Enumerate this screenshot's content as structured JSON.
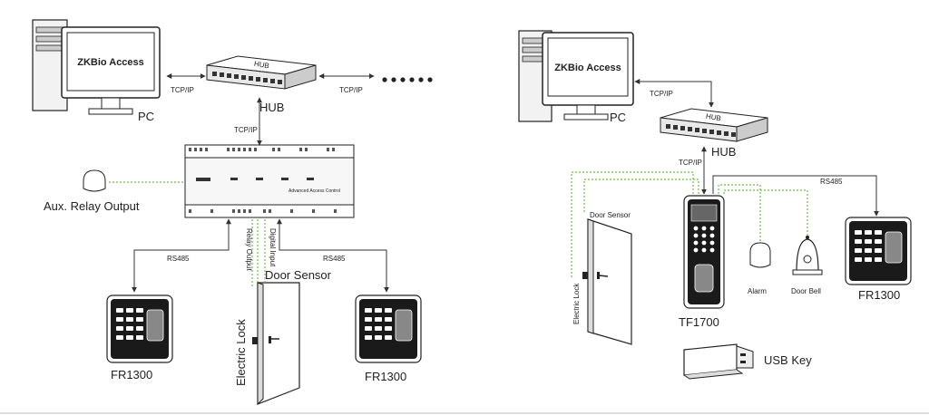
{
  "left": {
    "screen_text": "ZKBio Access",
    "pc_label": "PC",
    "hub_text": "HUB",
    "hub_label": "HUB",
    "tcpip_1": "TCP/IP",
    "tcpip_2": "TCP/IP",
    "tcpip_3": "TCP/IP",
    "aux_label": "Aux. Relay Output",
    "controller_text": "Advanced Access Control",
    "rs485_left": "RS485",
    "rs485_right": "RS485",
    "relay_output": "Relay Output",
    "digital_input": "Digital Input",
    "door_sensor": "Door Sensor",
    "electric_lock": "Electric Lock",
    "reader_left": "FR1300",
    "reader_right": "FR1300"
  },
  "right": {
    "screen_text": "ZKBio Access",
    "pc_label": "PC",
    "hub_text": "HUB",
    "hub_label": "HUB",
    "tcpip_1": "TCP/IP",
    "tcpip_2": "TCP/IP",
    "rs485": "RS485",
    "door_sensor": "Door Sensor",
    "electric_lock": "Electric Lock",
    "terminal": "TF1700",
    "alarm": "Alarm",
    "door_bell": "Door Bell",
    "reader": "FR1300",
    "usb": "USB Key"
  }
}
